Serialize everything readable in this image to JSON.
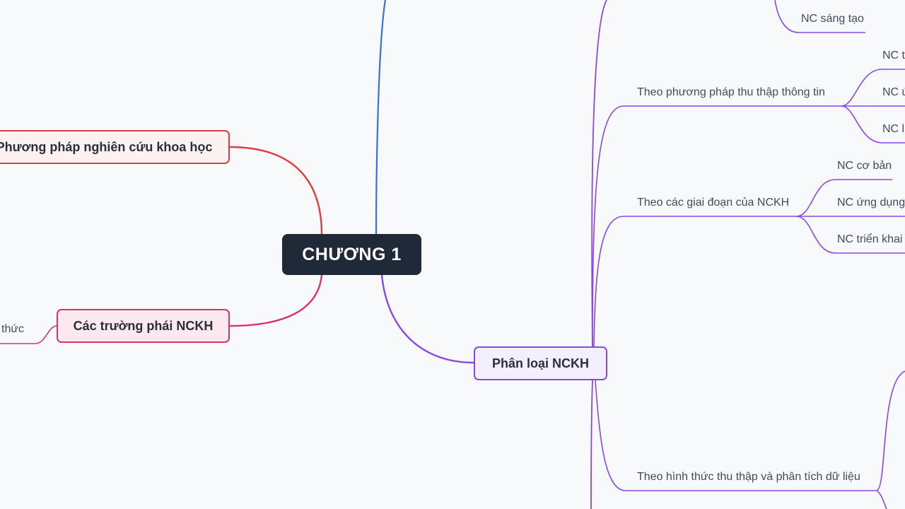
{
  "center": {
    "label": "CHƯƠNG 1"
  },
  "left_nodes": {
    "methods": "Phương pháp nghiên cứu khoa học",
    "schools": "Các trường phái NCKH",
    "schools_child": "thức"
  },
  "right": {
    "classification": "Phân loại NCKH",
    "creative": "NC sáng tạo",
    "by_info": {
      "label": "Theo phương pháp thu thập thông tin",
      "children": [
        "NC t",
        "NC ứ",
        "NC la"
      ]
    },
    "by_stage": {
      "label": "Theo các giai đoạn của NCKH",
      "children": [
        "NC cơ bản",
        "NC ứng dụng",
        "NC triển khai"
      ]
    },
    "by_form": {
      "label": "Theo hình thức thu thập và phân tích dữ liệu"
    }
  },
  "colors": {
    "red": "#dc3d3d",
    "pink": "#d8336b",
    "purple": "#8b47e6",
    "blue": "#3b6fe0",
    "center_bg": "#1f2937"
  }
}
